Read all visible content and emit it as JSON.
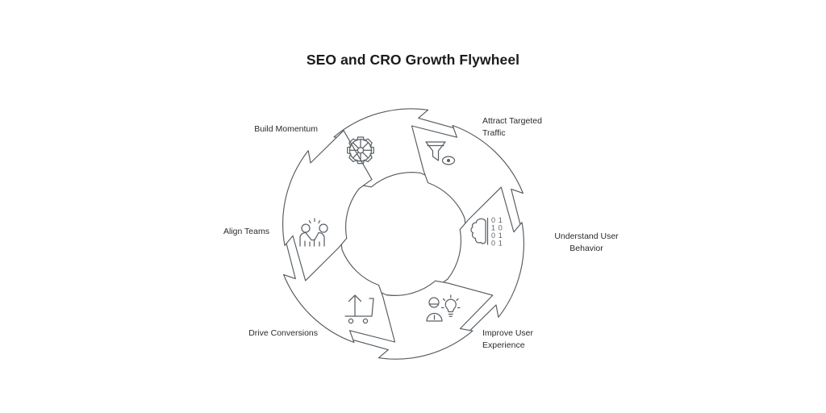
{
  "title": "SEO and CRO Growth Flywheel",
  "background_color": "#ffffff",
  "stroke_color": "#555b60",
  "icon_color": "#5b6166",
  "text_color": "#2b2b2b",
  "chart_data": {
    "type": "diagram",
    "diagram_kind": "cycle-flywheel",
    "title": "SEO and CRO Growth Flywheel",
    "direction": "clockwise",
    "segment_count": 6,
    "categories": [
      "Attract Targeted Traffic",
      "Understand User Behavior",
      "Improve User Experience",
      "Drive Conversions",
      "Align Teams",
      "Build Momentum"
    ],
    "values": [
      1,
      1,
      1,
      1,
      1,
      1
    ],
    "legend": "none",
    "grid": false
  },
  "nodes": [
    {
      "id": "attract-targeted-traffic",
      "label": "Attract Targeted\nTraffic",
      "icon": "funnel-eye-icon",
      "order": 1
    },
    {
      "id": "understand-user-behavior",
      "label": "Understand User\nBehavior",
      "icon": "brain-binary-icon",
      "binary_rows": [
        "0 1",
        "1 0",
        "0 1",
        "0 1"
      ],
      "order": 2
    },
    {
      "id": "improve-user-experience",
      "label": "Improve User\nExperience",
      "icon": "person-lightbulb-icon",
      "order": 3
    },
    {
      "id": "drive-conversions",
      "label": "Drive Conversions",
      "icon": "cart-up-arrow-icon",
      "order": 4
    },
    {
      "id": "align-teams",
      "label": "Align Teams",
      "icon": "two-people-highfive-icon",
      "order": 5
    },
    {
      "id": "build-momentum",
      "label": "Build Momentum",
      "icon": "gear-wheel-icon",
      "order": 6
    }
  ]
}
